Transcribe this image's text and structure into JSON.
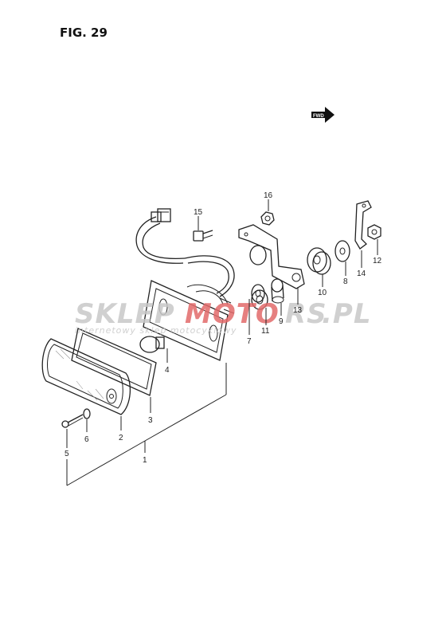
{
  "figure": {
    "title": "FIG. 29"
  },
  "fwd_badge": "FWD",
  "watermark": {
    "brand_a": "SKLEP",
    "brand_b": "MOTO",
    "brand_c": "RS",
    "domain": ".PL",
    "tagline": "internetowy sklep motocyklowy"
  },
  "colors": {
    "line": "#222222",
    "watermark_gray": "#c8c8c8",
    "watermark_red": "#e26a6a"
  },
  "callouts": {
    "c1": "1",
    "c2": "2",
    "c3": "3",
    "c4": "4",
    "c5": "5",
    "c6": "6",
    "c7": "7",
    "c8": "8",
    "c9": "9",
    "c10": "10",
    "c11": "11",
    "c12": "12",
    "c13": "13",
    "c14": "14",
    "c15": "15",
    "c16": "16"
  }
}
